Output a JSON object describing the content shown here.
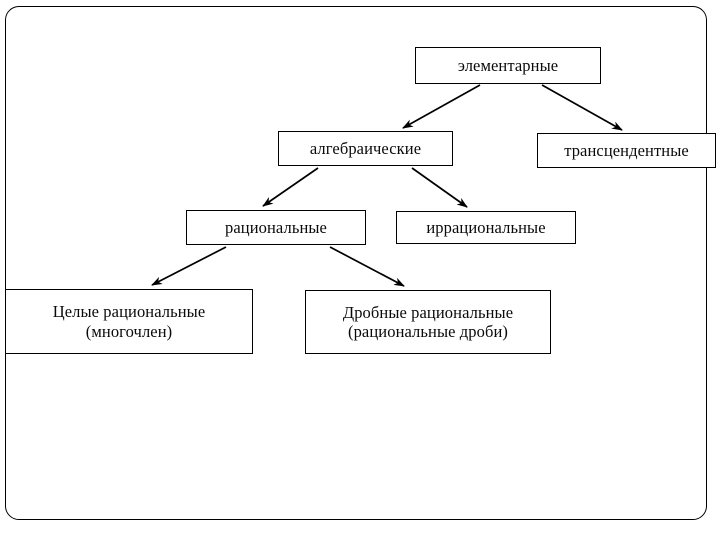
{
  "diagram": {
    "type": "tree",
    "title_visible": false,
    "frame": {
      "style": "rounded-rectangle",
      "color": "#000000"
    },
    "nodes": [
      {
        "id": "elementary",
        "label": "элементарные",
        "level": 0
      },
      {
        "id": "algebraic",
        "label": "алгебраические",
        "level": 1
      },
      {
        "id": "transcend",
        "label": "трансцендентные",
        "level": 1
      },
      {
        "id": "rational",
        "label": "рациональные",
        "level": 2
      },
      {
        "id": "irrational",
        "label": "иррациональные",
        "level": 2
      },
      {
        "id": "whole",
        "label": "Целые рациональные\n(многочлен)",
        "level": 3
      },
      {
        "id": "fractional",
        "label": "Дробные рациональные\n(рациональные дроби)",
        "level": 3
      }
    ],
    "edges": [
      {
        "from": "elementary",
        "to": "algebraic",
        "arrow": true
      },
      {
        "from": "elementary",
        "to": "transcend",
        "arrow": true
      },
      {
        "from": "algebraic",
        "to": "rational",
        "arrow": true
      },
      {
        "from": "algebraic",
        "to": "irrational",
        "arrow": true
      },
      {
        "from": "rational",
        "to": "whole",
        "arrow": true
      },
      {
        "from": "rational",
        "to": "fractional",
        "arrow": true
      }
    ],
    "colors": {
      "line": "#000000",
      "box_fill": "#ffffff",
      "text": "#0a0a0a"
    }
  }
}
